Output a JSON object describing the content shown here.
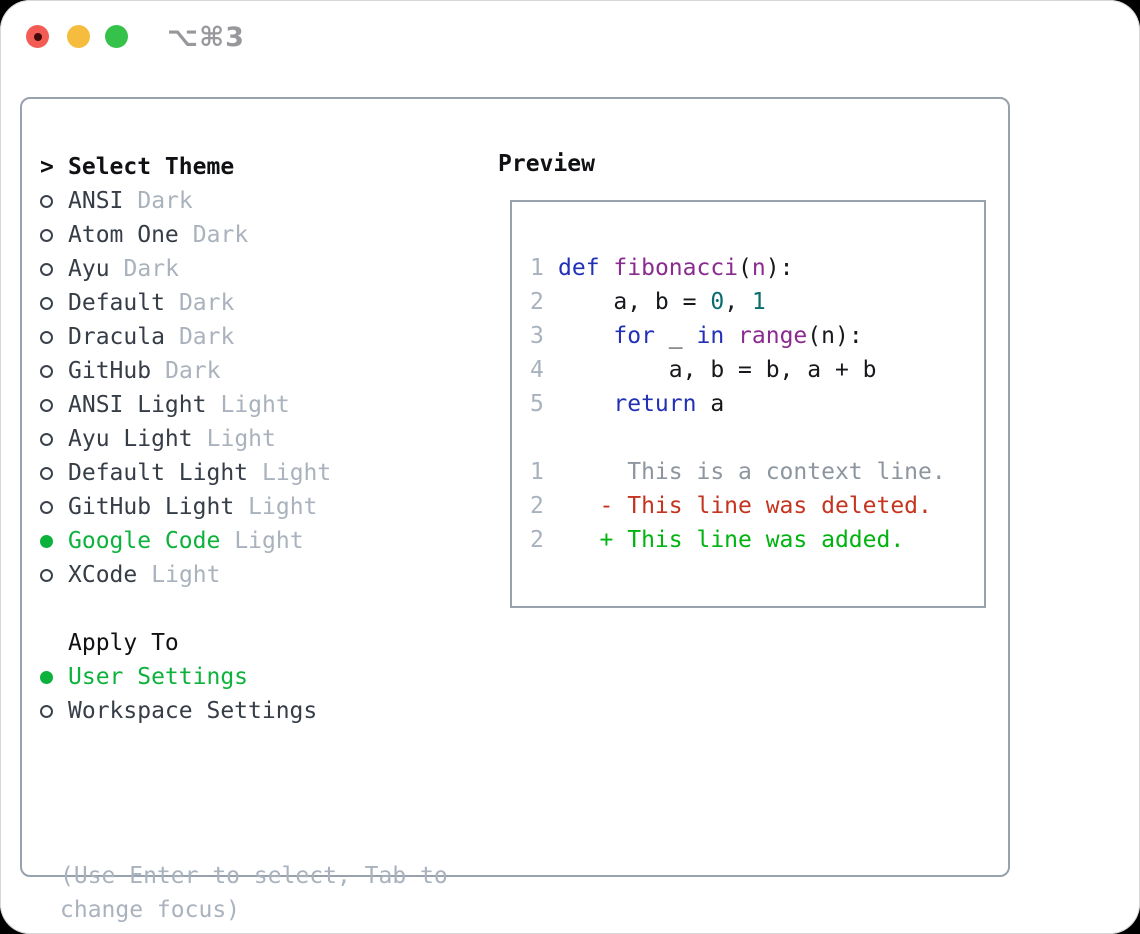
{
  "window": {
    "title": "⌥⌘3"
  },
  "theme_list": {
    "heading_marker": ">",
    "heading": "Select Theme",
    "items": [
      {
        "name": "ANSI",
        "variant": "Dark",
        "selected": false
      },
      {
        "name": "Atom One",
        "variant": "Dark",
        "selected": false
      },
      {
        "name": "Ayu",
        "variant": "Dark",
        "selected": false
      },
      {
        "name": "Default",
        "variant": "Dark",
        "selected": false
      },
      {
        "name": "Dracula",
        "variant": "Dark",
        "selected": false
      },
      {
        "name": "GitHub",
        "variant": "Dark",
        "selected": false
      },
      {
        "name": "ANSI Light",
        "variant": "Light",
        "selected": false
      },
      {
        "name": "Ayu Light",
        "variant": "Light",
        "selected": false
      },
      {
        "name": "Default Light",
        "variant": "Light",
        "selected": false
      },
      {
        "name": "GitHub Light",
        "variant": "Light",
        "selected": false
      },
      {
        "name": "Google Code",
        "variant": "Light",
        "selected": true
      },
      {
        "name": "XCode",
        "variant": "Light",
        "selected": false
      }
    ]
  },
  "apply_to": {
    "heading": "Apply To",
    "options": [
      {
        "label": "User Settings",
        "selected": true
      },
      {
        "label": "Workspace Settings",
        "selected": false
      }
    ]
  },
  "help_text": "(Use Enter to select, Tab to change focus)",
  "preview": {
    "heading": "Preview",
    "code_lines": [
      {
        "num": "1",
        "tokens": [
          [
            "keyword",
            "def"
          ],
          [
            "plain",
            " "
          ],
          [
            "function",
            "fibonacci"
          ],
          [
            "plain",
            "("
          ],
          [
            "function",
            "n"
          ],
          [
            "plain",
            "):"
          ]
        ]
      },
      {
        "num": "2",
        "tokens": [
          [
            "plain",
            "    a, b = "
          ],
          [
            "number",
            "0"
          ],
          [
            "plain",
            ", "
          ],
          [
            "number",
            "1"
          ]
        ]
      },
      {
        "num": "3",
        "tokens": [
          [
            "plain",
            "    "
          ],
          [
            "keyword",
            "for"
          ],
          [
            "plain",
            " _ "
          ],
          [
            "keyword",
            "in"
          ],
          [
            "plain",
            " "
          ],
          [
            "function",
            "range"
          ],
          [
            "plain",
            "(n):"
          ]
        ]
      },
      {
        "num": "4",
        "tokens": [
          [
            "plain",
            "        a, b = b, a + b"
          ]
        ]
      },
      {
        "num": "5",
        "tokens": [
          [
            "plain",
            "    "
          ],
          [
            "keyword",
            "return"
          ],
          [
            "plain",
            " a"
          ]
        ]
      }
    ],
    "diff_lines": [
      {
        "num": "1",
        "type": "ctx",
        "text": "     This is a context line."
      },
      {
        "num": "2",
        "type": "del",
        "text": "   - This line was deleted."
      },
      {
        "num": "2",
        "type": "add",
        "text": "   + This line was added."
      }
    ]
  },
  "colors": {
    "accent_green": "#0db23c",
    "diff_added": "#00b30e",
    "diff_deleted": "#c4341f",
    "keyword_blue": "#2230b8",
    "function_purple": "#8a2b8f",
    "number_teal": "#0b6d6d",
    "muted_gray": "#a9b2bd",
    "panel_border": "#98a2ac",
    "traffic_red": "#f25c54",
    "traffic_yellow": "#f6bc3e",
    "traffic_green": "#35c24b"
  }
}
